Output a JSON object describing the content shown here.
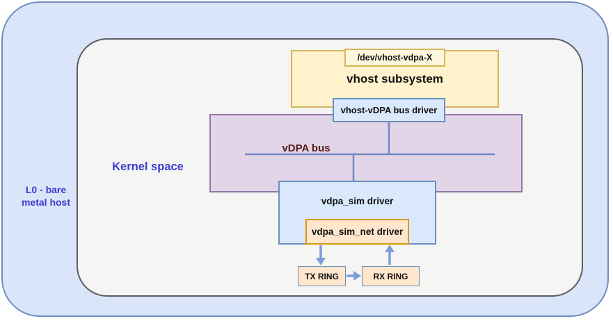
{
  "diagram": {
    "host_label_line1": "L0 - bare",
    "host_label_line2": "metal host",
    "kernel_space_label": "Kernel space",
    "vhost_subsystem_label": "vhost subsystem",
    "device_node_label": "/dev/vhost-vdpa-X",
    "vhost_vdpa_bus_driver_label": "vhost-vDPA bus driver",
    "vdpa_bus_label": "vDPA bus",
    "vdpa_sim_driver_label": "vdpa_sim driver",
    "vdpa_sim_net_driver_label": "vdpa_sim_net driver",
    "tx_ring_label": "TX RING",
    "rx_ring_label": "RX RING"
  },
  "colors": {
    "host_fill": "#dbe5f9",
    "host_border": "#6c8ebf",
    "kernel_fill": "#f5f5f4",
    "kernel_border": "#5a5d61",
    "subsystem_fill": "#fff2cc",
    "subsystem_border": "#d6b656",
    "device_node_fill": "#fdf7de",
    "driver_fill": "#dae8fc",
    "driver_border": "#6c8ebf",
    "bus_fill": "#e1d5e7",
    "bus_border": "#9673a6",
    "net_driver_fill": "#ffe6cc",
    "net_driver_border": "#d79b00",
    "ring_fill": "#ffe6cc",
    "arrow_blue": "#7d9ed9",
    "connector_blue": "#7388c4",
    "label_blue": "#3b3bd1",
    "bus_label_maroon": "#5c1a1a"
  }
}
